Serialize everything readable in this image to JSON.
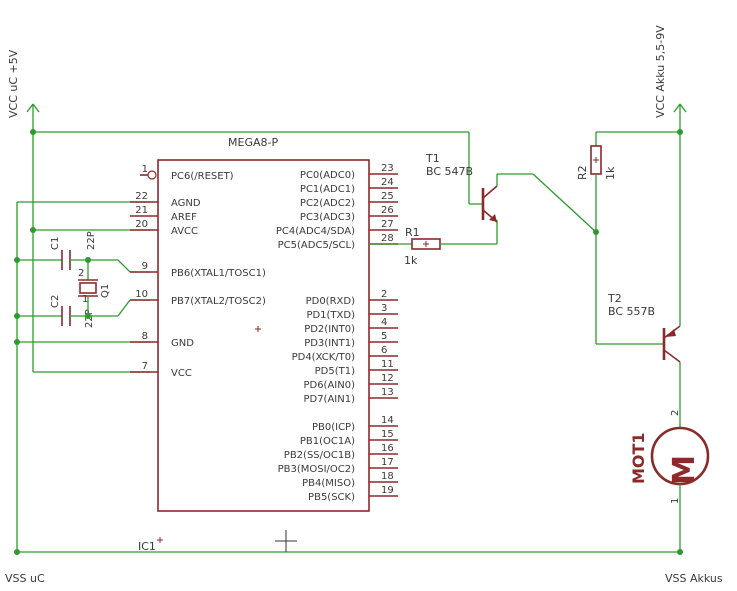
{
  "power": {
    "vcc_uc": "VCC uC +5V",
    "vcc_akku": "VCC Akku 5,5-9V",
    "vss_uc": "VSS uC",
    "vss_akku": "VSS Akkus"
  },
  "ic1": {
    "part": "MEGA8-P",
    "name": "IC1",
    "left_pins": [
      {
        "num": "1",
        "name": "PC6(/RESET)"
      },
      {
        "num": "22",
        "name": "AGND"
      },
      {
        "num": "21",
        "name": "AREF"
      },
      {
        "num": "20",
        "name": "AVCC"
      },
      {
        "num": "9",
        "name": "PB6(XTAL1/TOSC1)"
      },
      {
        "num": "10",
        "name": "PB7(XTAL2/TOSC2)"
      },
      {
        "num": "8",
        "name": "GND"
      },
      {
        "num": "7",
        "name": "VCC"
      }
    ],
    "right_pins": [
      {
        "num": "23",
        "name": "PC0(ADC0)"
      },
      {
        "num": "24",
        "name": "PC1(ADC1)"
      },
      {
        "num": "25",
        "name": "PC2(ADC2)"
      },
      {
        "num": "26",
        "name": "PC3(ADC3)"
      },
      {
        "num": "27",
        "name": "PC4(ADC4/SDA)"
      },
      {
        "num": "28",
        "name": "PC5(ADC5/SCL)"
      },
      {
        "num": "2",
        "name": "PD0(RXD)"
      },
      {
        "num": "3",
        "name": "PD1(TXD)"
      },
      {
        "num": "4",
        "name": "PD2(INT0)"
      },
      {
        "num": "5",
        "name": "PD3(INT1)"
      },
      {
        "num": "6",
        "name": "PD4(XCK/T0)"
      },
      {
        "num": "11",
        "name": "PD5(T1)"
      },
      {
        "num": "12",
        "name": "PD6(AIN0)"
      },
      {
        "num": "13",
        "name": "PD7(AIN1)"
      },
      {
        "num": "14",
        "name": "PB0(ICP)"
      },
      {
        "num": "15",
        "name": "PB1(OC1A)"
      },
      {
        "num": "16",
        "name": "PB2(SS/OC1B)"
      },
      {
        "num": "17",
        "name": "PB3(MOSI/OC2)"
      },
      {
        "num": "18",
        "name": "PB4(MISO)"
      },
      {
        "num": "19",
        "name": "PB5(SCK)"
      }
    ]
  },
  "t1": {
    "name": "T1",
    "type": "BC 547B"
  },
  "t2": {
    "name": "T2",
    "type": "BC 557B"
  },
  "r1": {
    "name": "R1",
    "value": "1k"
  },
  "r2": {
    "name": "R2",
    "value": "1k"
  },
  "c1": {
    "name": "C1",
    "value": "22P"
  },
  "c2": {
    "name": "C2",
    "value": "22P"
  },
  "q1": {
    "name": "Q1",
    "pin1": "1",
    "pin2": "2"
  },
  "mot1": {
    "name": "MOT1",
    "symbol": "M",
    "pin1": "1",
    "pin2": "2"
  }
}
